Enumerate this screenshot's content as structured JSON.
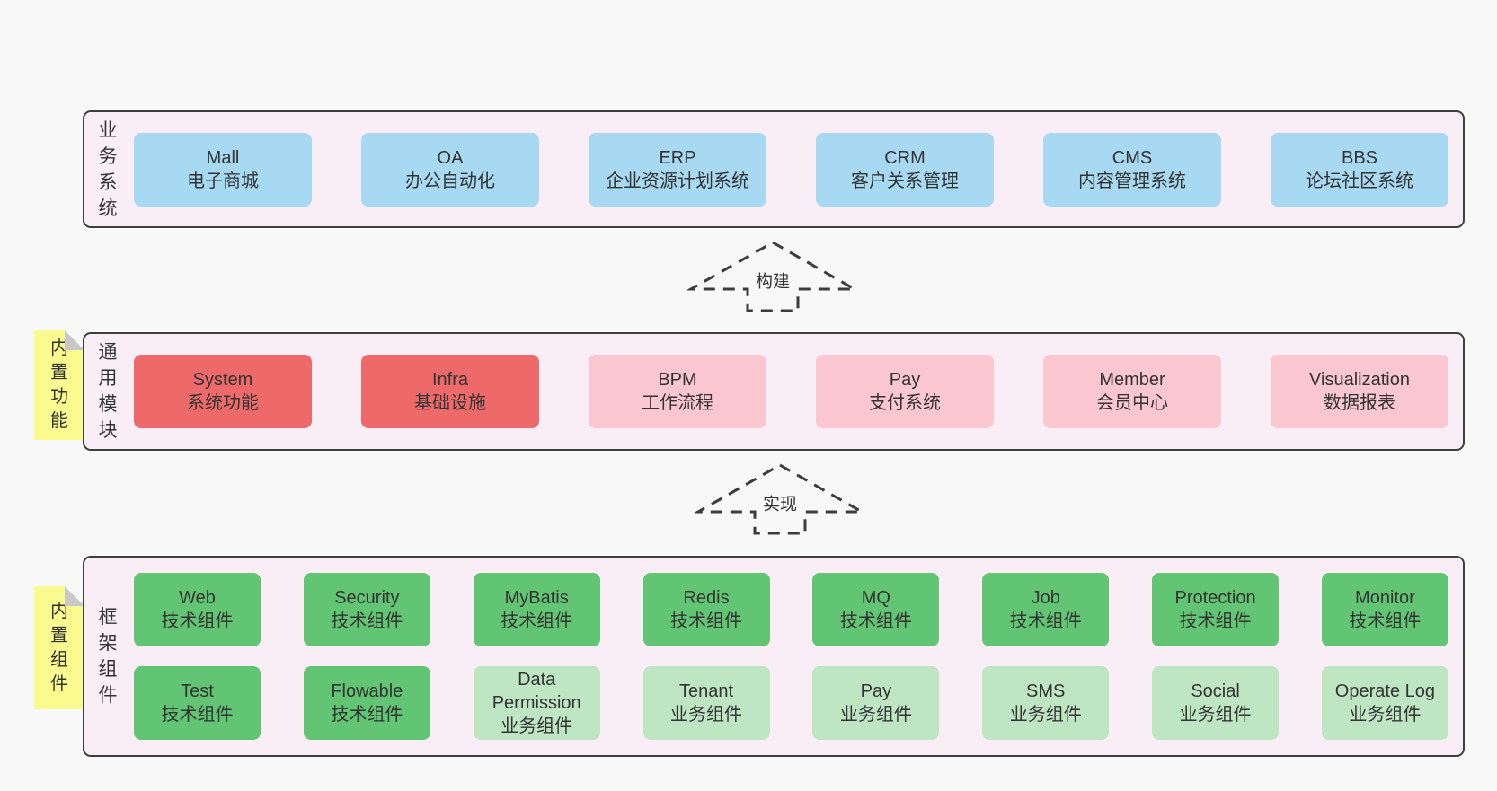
{
  "palette": {
    "background": "#f8f8f8",
    "panel_fill": "#f9eef6",
    "panel_border": "#3f3f3f",
    "blue": "#a7d9f2",
    "red": "#ee6a6a",
    "pink": "#fac6d0",
    "green": "#62c573",
    "light_green": "#bfe6c3",
    "note_yellow": "#fafa8f",
    "note_fold": "#c8c8c8",
    "text": "#333333",
    "arrow": "#3c3c3c"
  },
  "sections": [
    {
      "label": "业务系统",
      "rows": [
        [
          {
            "title": "Mall",
            "sub": "电子商城"
          },
          {
            "title": "OA",
            "sub": "办公自动化"
          },
          {
            "title": "ERP",
            "sub": "企业资源计划系统"
          },
          {
            "title": "CRM",
            "sub": "客户关系管理"
          },
          {
            "title": "CMS",
            "sub": "内容管理系统"
          },
          {
            "title": "BBS",
            "sub": "论坛社区系统"
          }
        ]
      ]
    },
    {
      "label": "通用模块",
      "note": "内置功能",
      "rows": [
        [
          {
            "title": "System",
            "sub": "系统功能"
          },
          {
            "title": "Infra",
            "sub": "基础设施"
          },
          {
            "title": "BPM",
            "sub": "工作流程"
          },
          {
            "title": "Pay",
            "sub": "支付系统"
          },
          {
            "title": "Member",
            "sub": "会员中心"
          },
          {
            "title": "Visualization",
            "sub": "数据报表"
          }
        ]
      ]
    },
    {
      "label": "框架组件",
      "note": "内置组件",
      "rows": [
        [
          {
            "title": "Web",
            "sub": "技术组件"
          },
          {
            "title": "Security",
            "sub": "技术组件"
          },
          {
            "title": "MyBatis",
            "sub": "技术组件"
          },
          {
            "title": "Redis",
            "sub": "技术组件"
          },
          {
            "title": "MQ",
            "sub": "技术组件"
          },
          {
            "title": "Job",
            "sub": "技术组件"
          },
          {
            "title": "Protection",
            "sub": "技术组件"
          },
          {
            "title": "Monitor",
            "sub": "技术组件"
          }
        ],
        [
          {
            "title": "Test",
            "sub": "技术组件"
          },
          {
            "title": "Flowable",
            "sub": "技术组件"
          },
          {
            "title": "Data Permission",
            "sub": "业务组件"
          },
          {
            "title": "Tenant",
            "sub": "业务组件"
          },
          {
            "title": "Pay",
            "sub": "业务组件"
          },
          {
            "title": "SMS",
            "sub": "业务组件"
          },
          {
            "title": "Social",
            "sub": "业务组件"
          },
          {
            "title": "Operate Log",
            "sub": "业务组件"
          }
        ]
      ]
    }
  ],
  "arrows": [
    {
      "label": "构建"
    },
    {
      "label": "实现"
    }
  ]
}
